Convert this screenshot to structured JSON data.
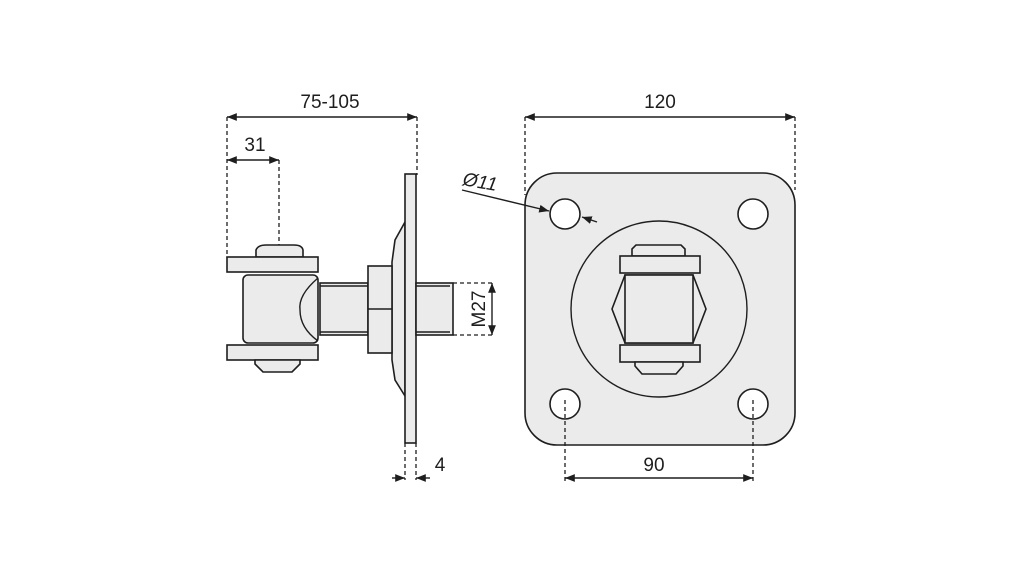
{
  "side_view": {
    "overall_length_label": "75-105",
    "offset_label": "31",
    "thread_label": "M27",
    "plate_thickness_label": "4"
  },
  "front_view": {
    "plate_width_label": "120",
    "hole_spacing_label": "90",
    "hole_diameter_label": "Ø11"
  },
  "colors": {
    "part_fill": "#ebebeb",
    "line": "#1e1e1e"
  }
}
